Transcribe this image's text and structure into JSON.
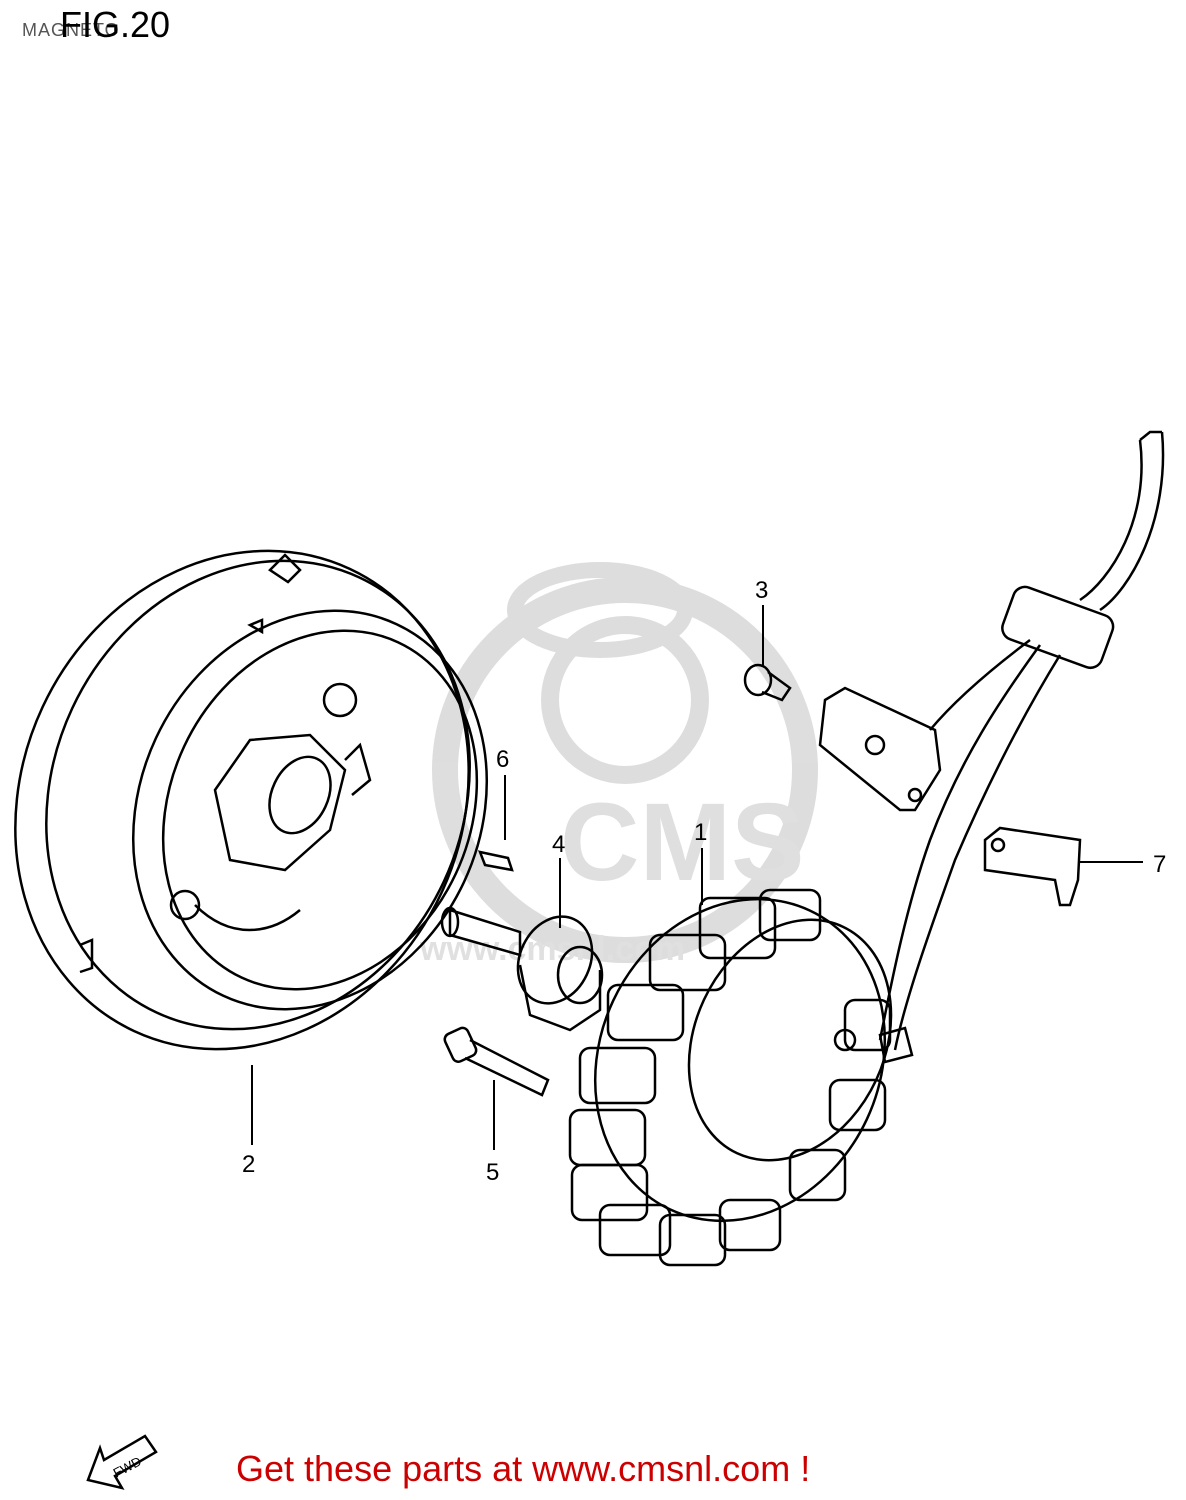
{
  "header": {
    "figure_label": "FIG.20",
    "subtitle": "MAGNETO"
  },
  "callouts": [
    "1",
    "2",
    "3",
    "4",
    "5",
    "6",
    "7"
  ],
  "fwd_label": "FWD",
  "watermark_text": "CMS",
  "watermark_url": "www.cmsnl.com",
  "footer": {
    "promo_text": "Get these parts at www.cmsnl.com !"
  },
  "colors": {
    "line": "#000000",
    "promo": "#cc0000",
    "watermark": "#d9d9d9"
  }
}
